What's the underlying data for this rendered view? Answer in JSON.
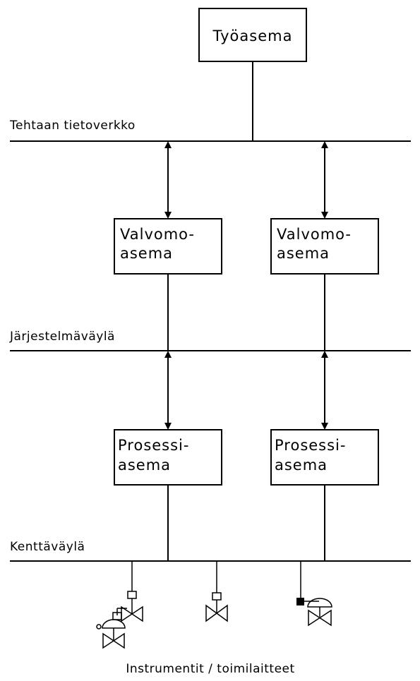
{
  "workstation": {
    "label": "Työasema"
  },
  "networks": {
    "factory": "Tehtaan tietoverkko",
    "system": "Järjestelmäväylä",
    "field": "Kenttäväylä"
  },
  "control_stations": [
    {
      "line1": "Valvomo-",
      "line2": "asema"
    },
    {
      "line1": "Valvomo-",
      "line2": "asema"
    }
  ],
  "process_stations": [
    {
      "line1": "Prosessi-",
      "line2": "asema"
    },
    {
      "line1": "Prosessi-",
      "line2": "asema"
    }
  ],
  "footer": {
    "caption": "Instrumentit / toimilaitteet"
  }
}
